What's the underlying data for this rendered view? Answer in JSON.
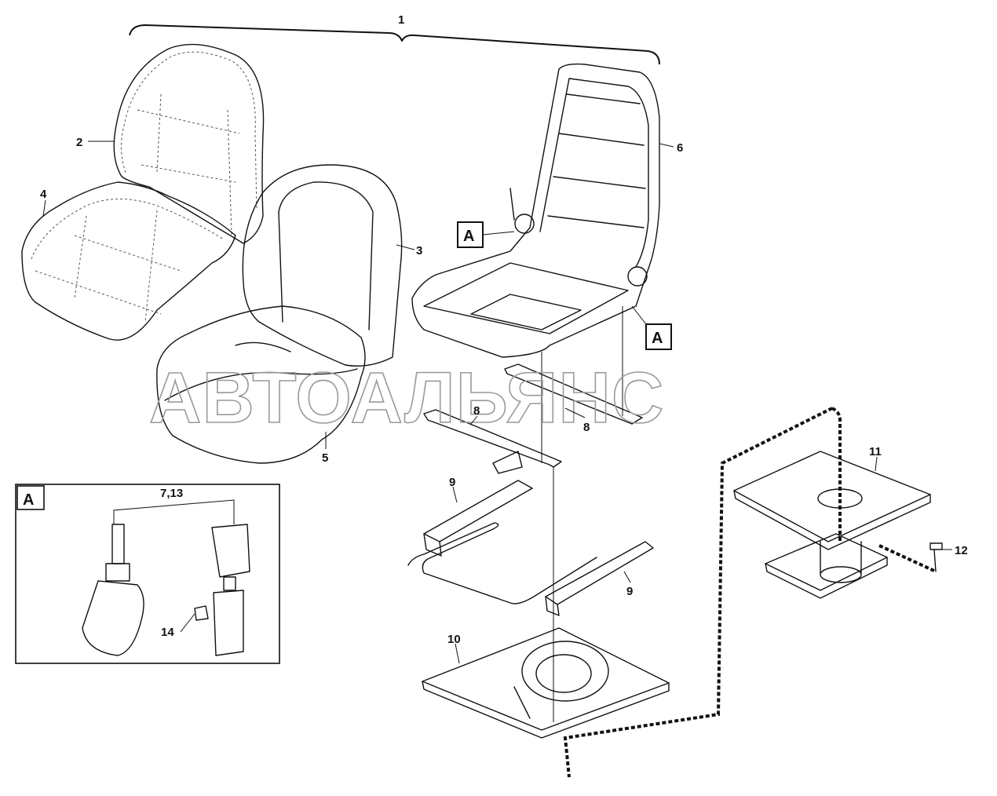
{
  "labels": {
    "p1": "1",
    "p2": "2",
    "p3": "3",
    "p4": "4",
    "p5": "5",
    "p6": "6",
    "p8a": "8",
    "p8b": "8",
    "p9a": "9",
    "p9b": "9",
    "p10": "10",
    "p11": "11",
    "p12": "12",
    "p14": "14",
    "p7_13": "7,13"
  },
  "callouts": {
    "a_upper": "A",
    "a_lower": "A",
    "a_detail": "A"
  },
  "watermark": "АВТОАЛЬЯНС"
}
